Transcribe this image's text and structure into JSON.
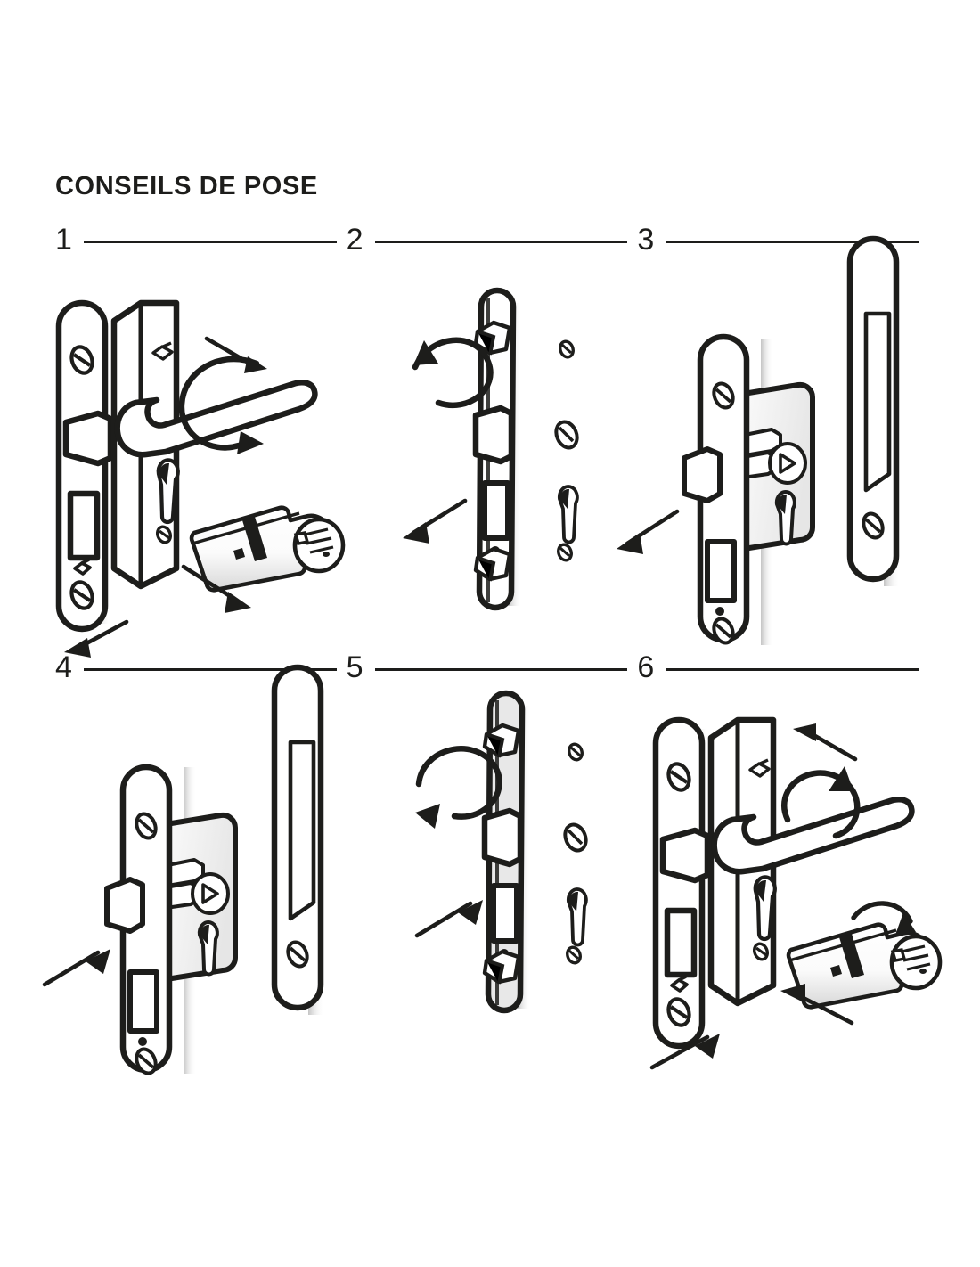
{
  "document": {
    "title": "CONSEILS DE POSE",
    "language": "fr",
    "subject": "door-lock-installation-steps",
    "background_color": "#ffffff",
    "ink_color": "#1d1d1b"
  },
  "dividers": [
    {
      "id": "divider-row-top",
      "steps": [
        "1",
        "2",
        "3"
      ]
    },
    {
      "id": "divider-row-bottom",
      "steps": [
        "4",
        "5",
        "6"
      ]
    }
  ],
  "steps": [
    {
      "number": "1",
      "name": "step-1",
      "parts": [
        "faceplate",
        "escutcheon-plate",
        "lever-handle",
        "euro-cylinder",
        "key"
      ],
      "arrows": [
        "rotate-clockwise",
        "pull-out-right",
        "pull-out-down-right",
        "pull-out-down-left"
      ]
    },
    {
      "number": "2",
      "name": "step-2",
      "parts": [
        "faceplate-edge",
        "fixing-screws",
        "door-edge-holes"
      ],
      "arrows": [
        "rotate-counter-clockwise",
        "remove-down-left"
      ]
    },
    {
      "number": "3",
      "name": "step-3",
      "parts": [
        "mortise-lock-body",
        "faceplate",
        "door-edge-mortise"
      ],
      "arrows": [
        "remove-down-left"
      ]
    },
    {
      "number": "4",
      "name": "step-4",
      "parts": [
        "mortise-lock-body",
        "faceplate",
        "door-edge-mortise"
      ],
      "arrows": [
        "insert-up-right"
      ]
    },
    {
      "number": "5",
      "name": "step-5",
      "parts": [
        "faceplate-edge",
        "fixing-screws",
        "door-edge-holes"
      ],
      "arrows": [
        "rotate-counter-clockwise",
        "insert-up-right"
      ]
    },
    {
      "number": "6",
      "name": "step-6",
      "parts": [
        "faceplate",
        "escutcheon-plate",
        "lever-handle",
        "euro-cylinder",
        "key"
      ],
      "arrows": [
        "rotate-clockwise",
        "push-in-left",
        "push-in-left-lower",
        "push-in-up-right"
      ]
    }
  ]
}
